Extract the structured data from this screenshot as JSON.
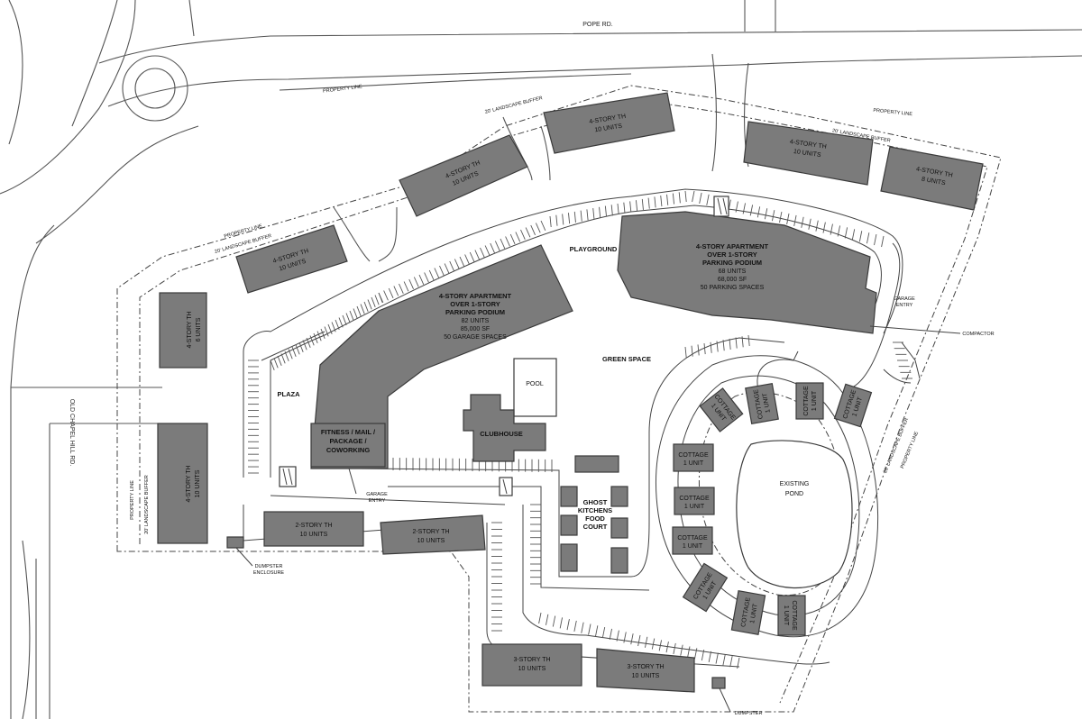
{
  "roads": {
    "pope_rd": "POPE RD.",
    "old_chapel_hill_rd": "OLD CHAPEL HILL RD."
  },
  "labels": {
    "property_line": "PROPERTY LINE",
    "landscape_buffer": "20' LANDSCAPE BUFFER",
    "plaza": "PLAZA",
    "playground": "PLAYGROUND",
    "green_space": "GREEN SPACE",
    "pool": "POOL",
    "clubhouse": "CLUBHOUSE",
    "existing_pond_1": "EXISTING",
    "existing_pond_2": "POND",
    "compactor": "COMPACTOR",
    "dumpster_enclosure_1": "DUMPSTER",
    "dumpster_enclosure_2": "ENCLOSURE",
    "dumpster_bottom": "DUMPSTER",
    "garage_entry_1": "GARAGE",
    "garage_entry_2": "ENTRY"
  },
  "buildings": {
    "th_top_1": {
      "title": "4-STORY TH",
      "units": "10 UNITS"
    },
    "th_top_2": {
      "title": "4-STORY TH",
      "units": "10 UNITS"
    },
    "th_top_3": {
      "title": "4-STORY TH",
      "units": "10 UNITS"
    },
    "th_top_4": {
      "title": "4-STORY TH",
      "units": "8 UNITS"
    },
    "th_left_upper": {
      "title": "4-STORY TH",
      "units": "10 UNITS"
    },
    "th_left_vert_1": {
      "title": "4-STORY TH",
      "units": "6 UNITS"
    },
    "th_left_vert_2": {
      "title": "4-STORY TH",
      "units": "10 UNITS"
    },
    "apt_center": {
      "line1": "4-STORY APARTMENT",
      "line2": "OVER 1-STORY",
      "line3": "PARKING PODIUM",
      "line4": "82 UNITS",
      "line5": "85,000 SF",
      "line6": "50 GARAGE SPACES"
    },
    "apt_right": {
      "line1": "4-STORY APARTMENT",
      "line2": "OVER 1-STORY",
      "line3": "PARKING PODIUM",
      "line4": "68 UNITS",
      "line5": "68,000 SF",
      "line6": "50 PARKING SPACES"
    },
    "fitness": {
      "line1": "FITNESS / MAIL /",
      "line2": "PACKAGE /",
      "line3": "COWORKING"
    },
    "ghost_kitchens": {
      "line1": "GHOST",
      "line2": "KITCHENS",
      "line3": "FOOD",
      "line4": "COURT"
    },
    "th2_a": {
      "title": "2-STORY TH",
      "units": "10 UNITS"
    },
    "th2_b": {
      "title": "2-STORY TH",
      "units": "10 UNITS"
    },
    "th3_a": {
      "title": "3-STORY TH",
      "units": "10 UNITS"
    },
    "th3_b": {
      "title": "3-STORY TH",
      "units": "10 UNITS"
    },
    "cottage": {
      "title": "COTTAGE",
      "units": "1 UNIT"
    }
  }
}
